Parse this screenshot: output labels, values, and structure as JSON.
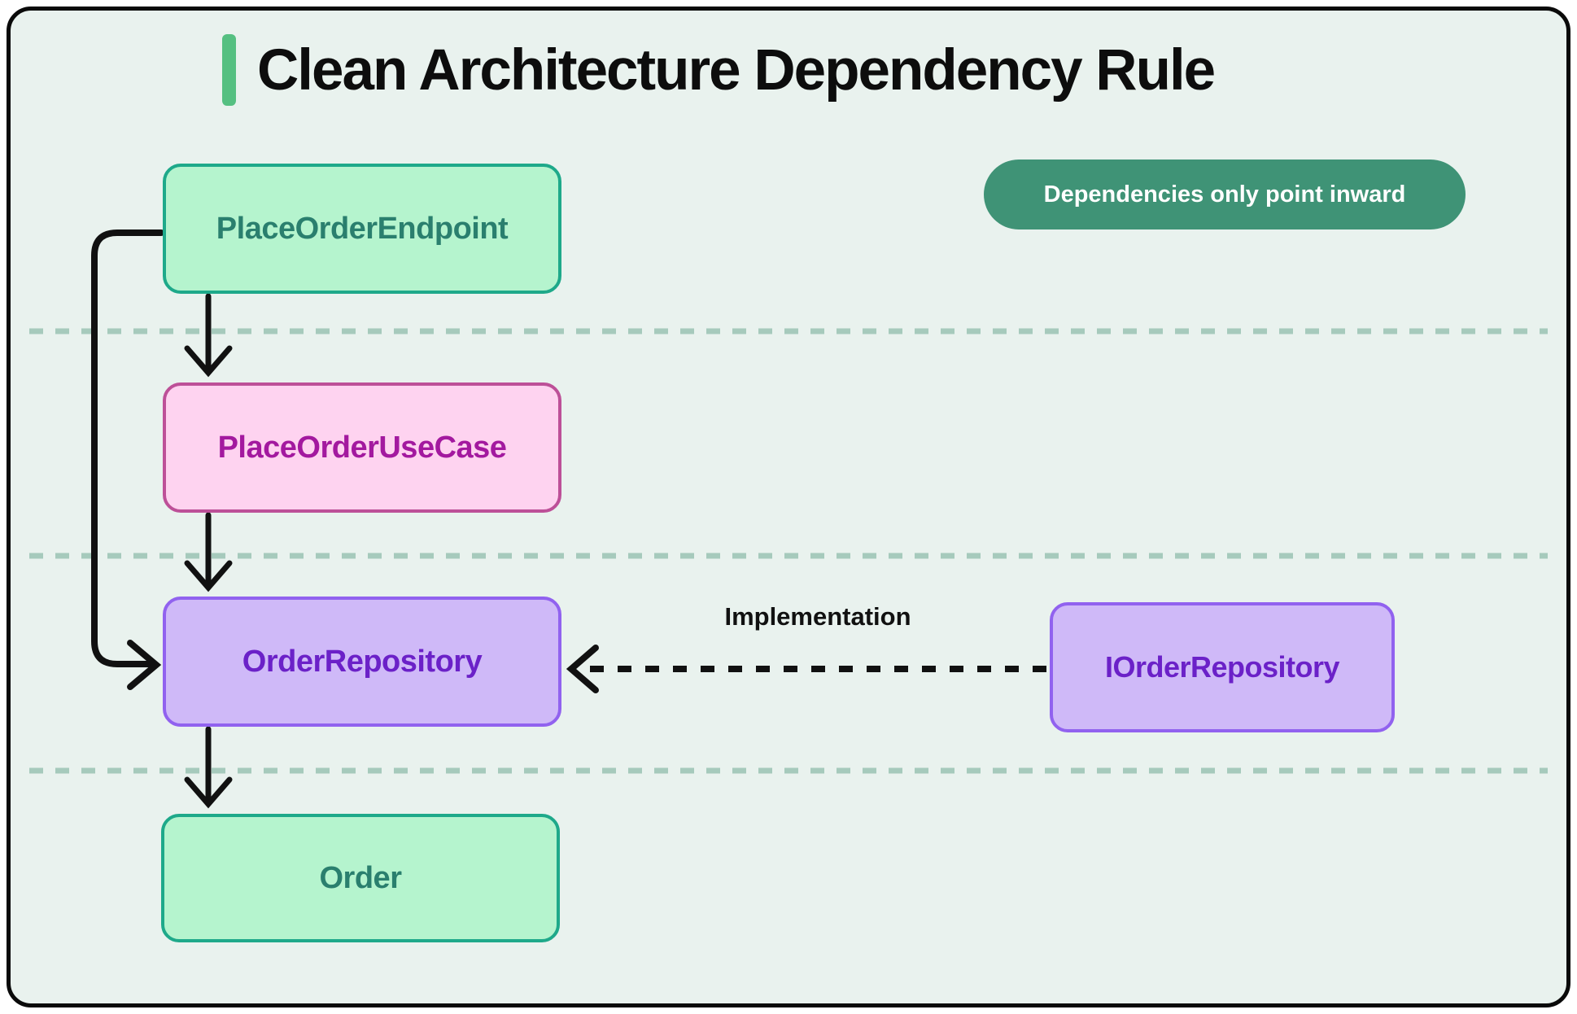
{
  "title": "Clean Architecture Dependency Rule",
  "badge": {
    "text": "Dependencies only point inward",
    "bg": "#3f9376",
    "text_color": "#ffffff"
  },
  "nodes": [
    {
      "id": "place-order-endpoint",
      "label": "PlaceOrderEndpoint",
      "variant": "green"
    },
    {
      "id": "place-order-use-case",
      "label": "PlaceOrderUseCase",
      "variant": "pink"
    },
    {
      "id": "order-repository",
      "label": "OrderRepository",
      "variant": "purple"
    },
    {
      "id": "i-order-repository",
      "label": "IOrderRepository",
      "variant": "purple"
    },
    {
      "id": "order",
      "label": "Order",
      "variant": "green"
    }
  ],
  "edges": [
    {
      "from": "place-order-endpoint",
      "to": "place-order-use-case",
      "style": "solid"
    },
    {
      "from": "place-order-use-case",
      "to": "order-repository",
      "style": "solid"
    },
    {
      "from": "order-repository",
      "to": "order",
      "style": "solid"
    },
    {
      "from": "place-order-endpoint",
      "to": "order-repository",
      "style": "solid-bypass"
    },
    {
      "from": "i-order-repository",
      "to": "order-repository",
      "style": "dashed",
      "label": "Implementation"
    }
  ],
  "edge_label": "Implementation",
  "palette": {
    "canvas_bg": "#e9f2ee",
    "card_border": "#0a0a0a",
    "accent_bar": "#55c081",
    "separator_dash": "#a6cabc",
    "green_fill": "#b5f4ce",
    "green_border": "#1ea98a",
    "green_text": "#2a7f6e",
    "pink_fill": "#fed3f0",
    "pink_border": "#bd5098",
    "pink_text": "#a3199f",
    "purple_fill": "#cfb9f8",
    "purple_border": "#9162ef",
    "purple_text": "#6b21c8",
    "arrow": "#111111"
  }
}
